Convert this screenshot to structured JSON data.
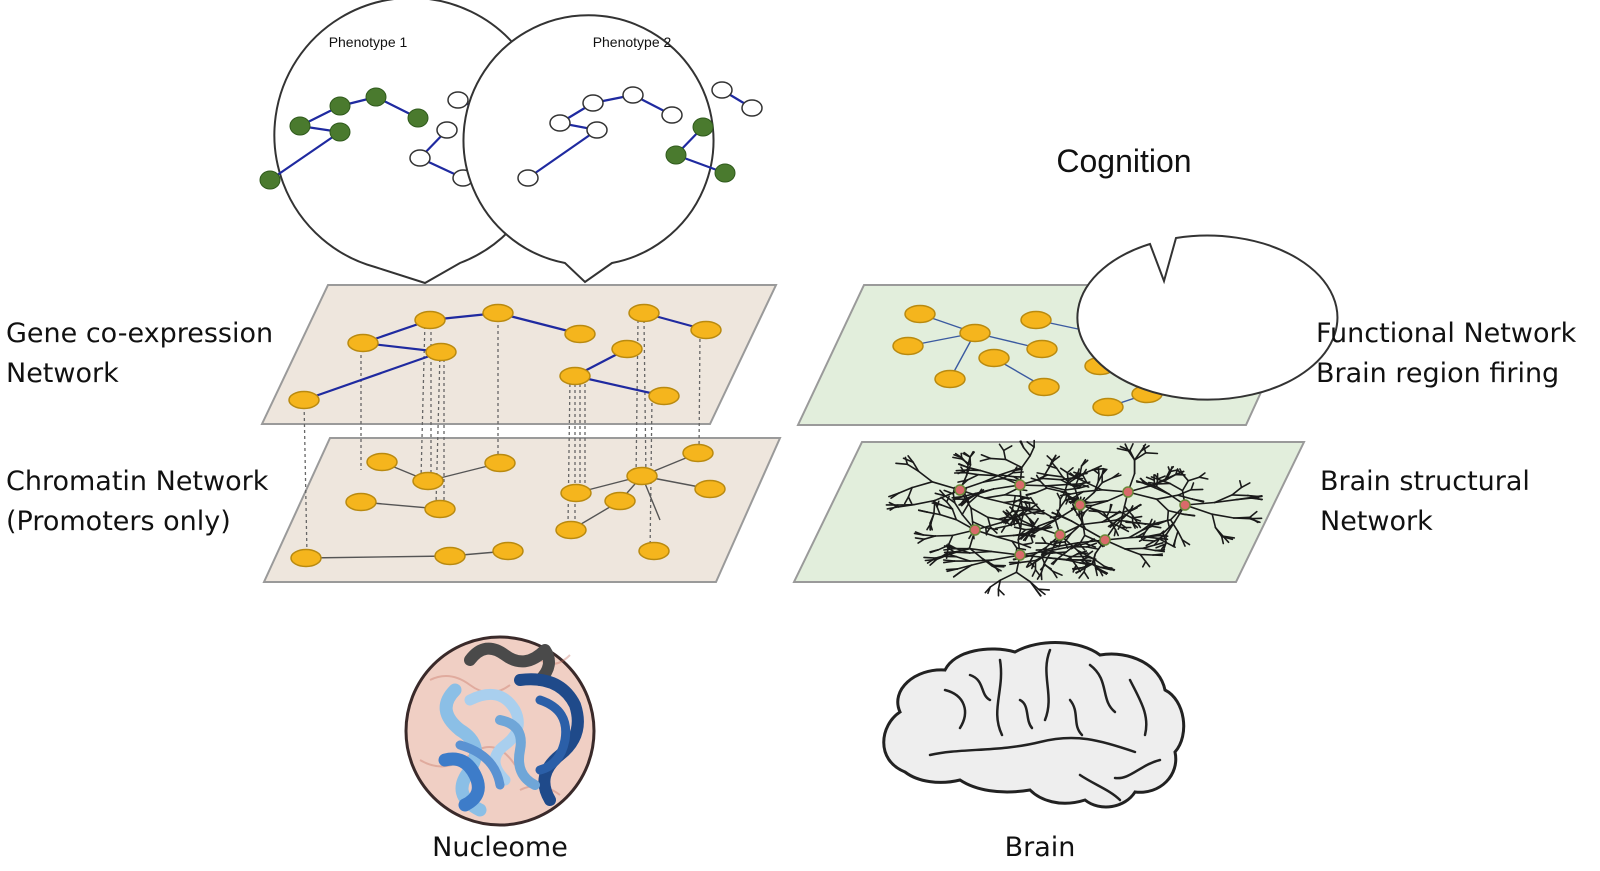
{
  "bubbles": {
    "phenotype1": "Phenotype 1",
    "phenotype2": "Phenotype 2",
    "cognition": "Cognition"
  },
  "left_labels": {
    "gene_line1": "Gene co-expression",
    "gene_line2": "Network",
    "chromatin_line1": "Chromatin Network",
    "chromatin_line2": "(Promoters only)"
  },
  "right_labels": {
    "functional_line1": "Functional Network",
    "functional_line2": "Brain region firing",
    "structural_line1": "Brain structural",
    "structural_line2": "Network"
  },
  "bottom_labels": {
    "nucleome": "Nucleome",
    "brain": "Brain"
  },
  "colors": {
    "node_fill": "#f5b51d",
    "node_stroke": "#b98a10",
    "edge_blue": "#1f2aa0",
    "edge_gray": "#555555",
    "green_node": "#4a7a2e",
    "plane_left": "#eee6dd",
    "plane_right": "#e2eedc",
    "plane_stroke": "#9a9a9a"
  }
}
